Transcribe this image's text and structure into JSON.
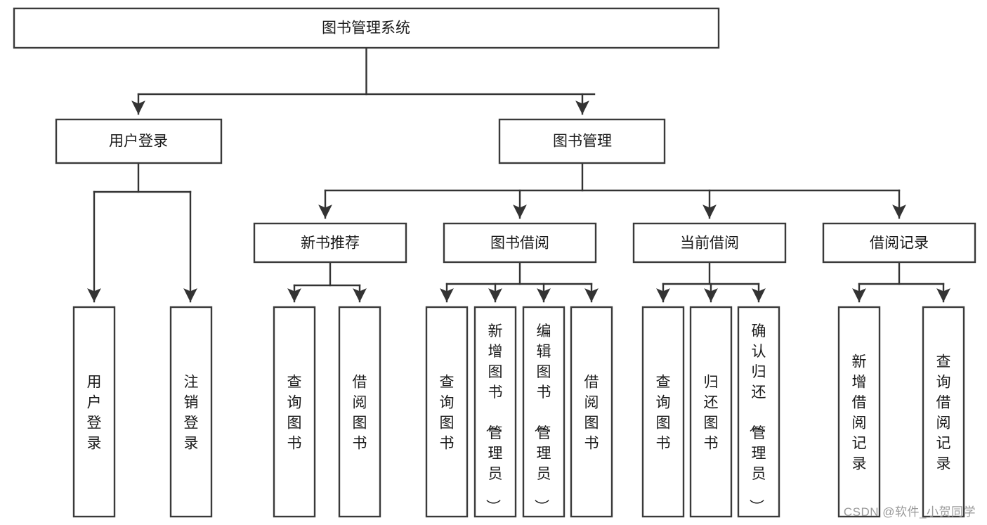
{
  "diagram": {
    "type": "hierarchy-tree",
    "title": "图书管理系统",
    "orientation": "top-down",
    "watermark": "CSDN @软件_小贺同学",
    "colors": {
      "box_fill": "#ffffff",
      "box_stroke": "#3a3a3a",
      "line": "#333333",
      "text": "#1b1b1b",
      "watermark": "#9a9a9a"
    },
    "nodes": {
      "root": {
        "label": "图书管理系统",
        "level": 0,
        "orientation": "horizontal"
      },
      "level1": [
        {
          "id": "user-login",
          "label": "用户登录",
          "orientation": "horizontal"
        },
        {
          "id": "book-manage",
          "label": "图书管理",
          "orientation": "horizontal"
        }
      ],
      "level2": [
        {
          "id": "new-book-rec",
          "label": "新书推荐",
          "parent": "book-manage",
          "orientation": "horizontal"
        },
        {
          "id": "book-borrow",
          "label": "图书借阅",
          "parent": "book-manage",
          "orientation": "horizontal"
        },
        {
          "id": "current-borrow",
          "label": "当前借阅",
          "parent": "book-manage",
          "orientation": "horizontal"
        },
        {
          "id": "borrow-record",
          "label": "借阅记录",
          "parent": "book-manage",
          "orientation": "horizontal"
        }
      ],
      "leaves": [
        {
          "id": "leaf-user-login",
          "label": "用户登录",
          "parent": "user-login",
          "orientation": "vertical"
        },
        {
          "id": "leaf-user-logout",
          "label": "注销登录",
          "parent": "user-login",
          "orientation": "vertical"
        },
        {
          "id": "leaf-query-book-1",
          "label": "查询图书",
          "parent": "new-book-rec",
          "orientation": "vertical"
        },
        {
          "id": "leaf-borrow-book-1",
          "label": "借阅图书",
          "parent": "new-book-rec",
          "orientation": "vertical"
        },
        {
          "id": "leaf-query-book-2",
          "label": "查询图书",
          "parent": "book-borrow",
          "orientation": "vertical"
        },
        {
          "id": "leaf-add-book",
          "label": "新增图书（管理员）",
          "parent": "book-borrow",
          "orientation": "vertical"
        },
        {
          "id": "leaf-edit-book",
          "label": "编辑图书（管理员）",
          "parent": "book-borrow",
          "orientation": "vertical"
        },
        {
          "id": "leaf-borrow-book-2",
          "label": "借阅图书",
          "parent": "book-borrow",
          "orientation": "vertical"
        },
        {
          "id": "leaf-query-book-3",
          "label": "查询图书",
          "parent": "current-borrow",
          "orientation": "vertical"
        },
        {
          "id": "leaf-return-book",
          "label": "归还图书",
          "parent": "current-borrow",
          "orientation": "vertical"
        },
        {
          "id": "leaf-confirm-return",
          "label": "确认归还（管理员）",
          "parent": "current-borrow",
          "orientation": "vertical"
        },
        {
          "id": "leaf-add-record",
          "label": "新增借阅记录",
          "parent": "borrow-record",
          "orientation": "vertical"
        },
        {
          "id": "leaf-query-record",
          "label": "查询借阅记录",
          "parent": "borrow-record",
          "orientation": "vertical"
        }
      ]
    }
  }
}
